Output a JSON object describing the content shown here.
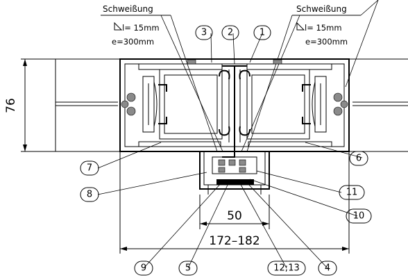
{
  "weld_left": {
    "title": "Schweißung",
    "length": "l= 15mm",
    "spacing": "e=300mm"
  },
  "weld_right": {
    "title": "Schweißung",
    "length": "l= 15mm",
    "spacing": "e=300mm"
  },
  "dimensions": {
    "height": "76",
    "core_width": "50",
    "range": "172–182"
  },
  "callouts": {
    "c1": "1",
    "c2": "2",
    "c3": "3",
    "c4": "4",
    "c5": "5",
    "c6": "6",
    "c7": "7",
    "c8": "8",
    "c9": "9",
    "c10": "10",
    "c11": "11",
    "c12_13": "12;13"
  }
}
